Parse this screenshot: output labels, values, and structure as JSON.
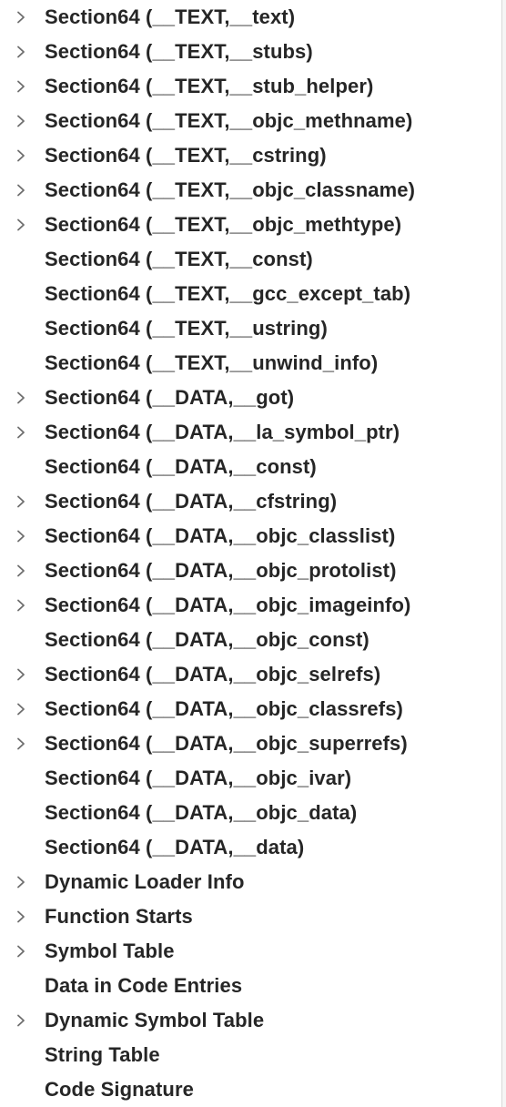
{
  "tree": {
    "items": [
      {
        "label": "Section64 (__TEXT,__text)",
        "expandable": true
      },
      {
        "label": "Section64 (__TEXT,__stubs)",
        "expandable": true
      },
      {
        "label": "Section64 (__TEXT,__stub_helper)",
        "expandable": true
      },
      {
        "label": "Section64 (__TEXT,__objc_methname)",
        "expandable": true
      },
      {
        "label": "Section64 (__TEXT,__cstring)",
        "expandable": true
      },
      {
        "label": "Section64 (__TEXT,__objc_classname)",
        "expandable": true
      },
      {
        "label": "Section64 (__TEXT,__objc_methtype)",
        "expandable": true
      },
      {
        "label": "Section64 (__TEXT,__const)",
        "expandable": false
      },
      {
        "label": "Section64 (__TEXT,__gcc_except_tab)",
        "expandable": false
      },
      {
        "label": "Section64 (__TEXT,__ustring)",
        "expandable": false
      },
      {
        "label": "Section64 (__TEXT,__unwind_info)",
        "expandable": false
      },
      {
        "label": "Section64 (__DATA,__got)",
        "expandable": true
      },
      {
        "label": "Section64 (__DATA,__la_symbol_ptr)",
        "expandable": true
      },
      {
        "label": "Section64 (__DATA,__const)",
        "expandable": false
      },
      {
        "label": "Section64 (__DATA,__cfstring)",
        "expandable": true
      },
      {
        "label": "Section64 (__DATA,__objc_classlist)",
        "expandable": true
      },
      {
        "label": "Section64 (__DATA,__objc_protolist)",
        "expandable": true
      },
      {
        "label": "Section64 (__DATA,__objc_imageinfo)",
        "expandable": true
      },
      {
        "label": "Section64 (__DATA,__objc_const)",
        "expandable": false
      },
      {
        "label": "Section64 (__DATA,__objc_selrefs)",
        "expandable": true
      },
      {
        "label": "Section64 (__DATA,__objc_classrefs)",
        "expandable": true
      },
      {
        "label": "Section64 (__DATA,__objc_superrefs)",
        "expandable": true
      },
      {
        "label": "Section64 (__DATA,__objc_ivar)",
        "expandable": false
      },
      {
        "label": "Section64 (__DATA,__objc_data)",
        "expandable": false
      },
      {
        "label": "Section64 (__DATA,__data)",
        "expandable": false
      },
      {
        "label": "Dynamic Loader Info",
        "expandable": true
      },
      {
        "label": "Function Starts",
        "expandable": true
      },
      {
        "label": "Symbol Table",
        "expandable": true
      },
      {
        "label": "Data in Code Entries",
        "expandable": false
      },
      {
        "label": "Dynamic Symbol Table",
        "expandable": true
      },
      {
        "label": "String Table",
        "expandable": false
      },
      {
        "label": "Code Signature",
        "expandable": false
      }
    ]
  },
  "icons": {
    "disclosure": "chevron-right-icon"
  },
  "colors": {
    "text": "#262626",
    "chevron": "#6e6e6e",
    "background": "#ffffff"
  }
}
